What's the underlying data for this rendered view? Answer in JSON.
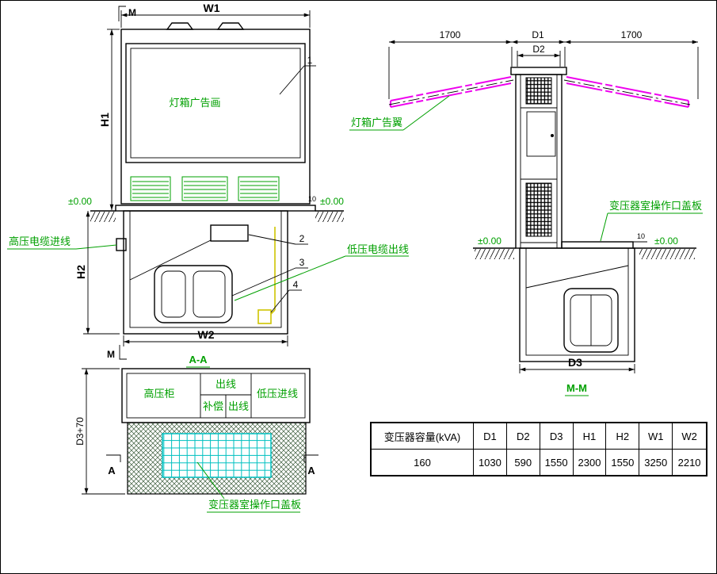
{
  "drawing": {
    "front_view": {
      "marker_top": "M",
      "marker_bottom": "M",
      "dim_w1": "W1",
      "dim_h1": "H1",
      "dim_h2": "H2",
      "dim_w2": "W2",
      "level_left": "±0.00",
      "level_right": "±0.00",
      "offset_10": "10",
      "lightbox_text": "灯箱广告画",
      "callouts": [
        "1",
        "2",
        "3",
        "4"
      ],
      "hv_cable_in": "高压电缆进线",
      "lv_cable_out": "低压电缆出线",
      "section_title": "A-A"
    },
    "side_view": {
      "dim_1700_left": "1700",
      "dim_d1": "D1",
      "dim_1700_right": "1700",
      "dim_d2": "D2",
      "dim_d3": "D3",
      "wing_label": "灯箱广告翼",
      "cover_label": "变压器室操作口盖板",
      "level_left": "±0.00",
      "level_right": "±0.00",
      "offset_10": "10",
      "section_title": "M-M"
    },
    "plan_view": {
      "hv_cabinet": "高压柜",
      "out_line_top": "出线",
      "compensation": "补偿",
      "out_line_bottom": "出线",
      "lv_in": "低压进线",
      "dim_d3_70": "D3+70",
      "marker_left": "A",
      "marker_right": "A",
      "cover_label": "变压器室操作口盖板"
    },
    "table": {
      "headers": [
        "变压器容量(kVA)",
        "D1",
        "D2",
        "D3",
        "H1",
        "H2",
        "W1",
        "W2"
      ],
      "values": [
        "160",
        "1030",
        "590",
        "1550",
        "2300",
        "1550",
        "3250",
        "2210"
      ]
    },
    "colors": {
      "label_green": "#00a000",
      "wing_magenta": "#ee00ee",
      "grid_cyan": "#00c0c0",
      "cable_yellow": "#cfc400",
      "line_black": "#000000"
    }
  }
}
